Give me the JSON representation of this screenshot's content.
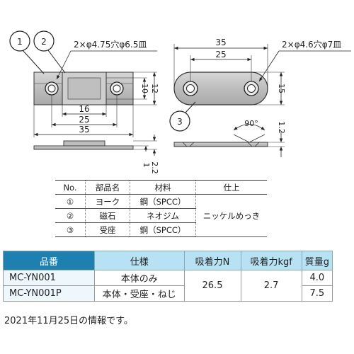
{
  "drawing": {
    "callouts": [
      "1",
      "2",
      "3"
    ],
    "hole_note_left": "2×φ4.75穴φ6.5皿",
    "hole_note_right": "2×φ4.6穴φ7皿",
    "yoke_dims": {
      "inner": "16",
      "middle": "25",
      "outer": "35",
      "h_inner": "10",
      "h_outer": "12",
      "t1": "1",
      "t2": "2.2"
    },
    "plate_dims": {
      "outer": "35",
      "inner": "25",
      "height": "15",
      "thick": "1.2",
      "angle": "90°"
    }
  },
  "parts_table": {
    "headers": [
      "No.",
      "部品名",
      "材料",
      "仕上"
    ],
    "rows": [
      {
        "no": "①",
        "name": "ヨーク",
        "material": "鋼（SPCC）"
      },
      {
        "no": "②",
        "name": "磁石",
        "material": "ネオジム"
      },
      {
        "no": "③",
        "name": "受座",
        "material": "鋼（SPCC）"
      }
    ],
    "finish": "ニッケルめっき"
  },
  "spec_table": {
    "headers": {
      "part": "品番",
      "spec": "仕様",
      "force_n": "吸着力N",
      "force_kgf": "吸着力kgf",
      "mass": "質量g"
    },
    "rows": [
      {
        "part": "MC-YN001",
        "spec": "本体のみ",
        "mass": "4.0"
      },
      {
        "part": "MC-YN001P",
        "spec": "本体・受座・ねじ",
        "mass": "7.5"
      }
    ],
    "force_n": "26.5",
    "force_kgf": "2.7"
  },
  "note": "2021年11月25日の情報です。"
}
